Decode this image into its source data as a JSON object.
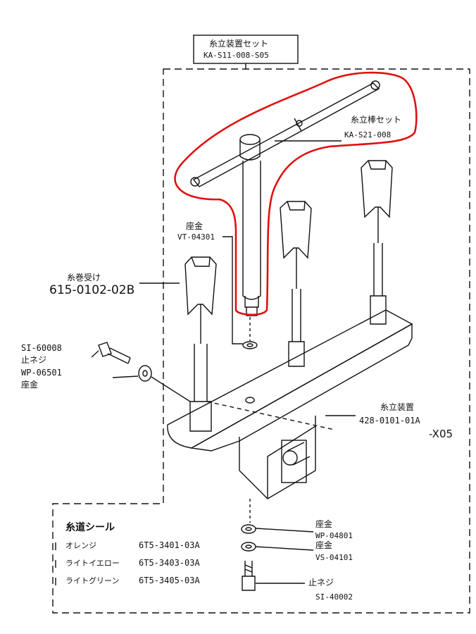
{
  "title_box": {
    "name": "糸立装置セット",
    "code": "KA-S11-008-S05"
  },
  "parts": {
    "rod_set": {
      "name": "糸立棒セット",
      "code": "KA-S21-008"
    },
    "washer_top": {
      "name": "座金",
      "code": "VT-04301"
    },
    "spool": {
      "name": "糸巻受け",
      "code": "615-0102-02B"
    },
    "screw_side": {
      "code": "SI-60008",
      "name": "止ネジ"
    },
    "washer_side": {
      "code": "WP-06501",
      "name": "座金"
    },
    "stand": {
      "name": "糸立装置",
      "code": "428-0101-01A",
      "suffix": "-X05"
    },
    "washer_b1": {
      "name": "座金",
      "code": "WP-04801"
    },
    "washer_b2": {
      "name": "座金",
      "code": "VS-04101"
    },
    "screw_b": {
      "name": "止ネジ",
      "code": "SI-40002"
    }
  },
  "seal": {
    "title": "糸道シール",
    "rows": [
      {
        "color": "オレンジ",
        "code": "6T5-3401-03A"
      },
      {
        "color": "ライトイエロー",
        "code": "6T5-3403-03A"
      },
      {
        "color": "ライトグリーン",
        "code": "6T5-3405-03A"
      }
    ]
  },
  "colors": {
    "ink": "#111111",
    "highlight": "#e01010"
  }
}
